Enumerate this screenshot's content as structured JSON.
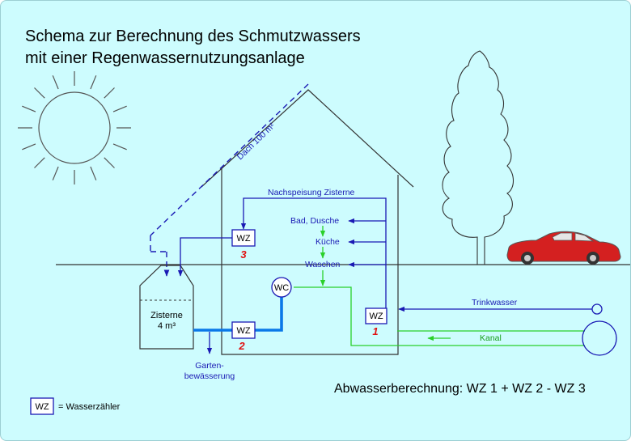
{
  "title": {
    "line1": "Schema zur Berechnung des Schmutzwassers",
    "line2": "mit einer Regenwassernutzungsanlage"
  },
  "roof_label": "Dach 100 m²",
  "cistern": {
    "name": "Zisterne",
    "volume": "4 m³"
  },
  "labels": {
    "nachspeisung": "Nachspeisung Zisterne",
    "bad": "Bad, Dusche",
    "kueche": "Küche",
    "waschen": "Waschen",
    "wc": "WC",
    "trinkwasser": "Trinkwasser",
    "kanal": "Kanal",
    "garten_line1": "Garten-",
    "garten_line2": "bewässerung"
  },
  "meters": [
    {
      "label": "WZ",
      "number": "1"
    },
    {
      "label": "WZ",
      "number": "2"
    },
    {
      "label": "WZ",
      "number": "3"
    }
  ],
  "formula": "Abwasserberechnung: WZ 1 + WZ 2 - WZ 3",
  "legend": {
    "box": "WZ",
    "text": "= Wasserzähler"
  },
  "colors": {
    "background": "#cdfcfe",
    "water_blue": "#1a1ab4",
    "garden_blue": "#0a78e8",
    "waste_green": "#2ad02a",
    "meter_number_red": "#e01010",
    "car_red": "#d42020"
  },
  "icons": [
    "sun-icon",
    "tree-icon",
    "car-icon"
  ]
}
